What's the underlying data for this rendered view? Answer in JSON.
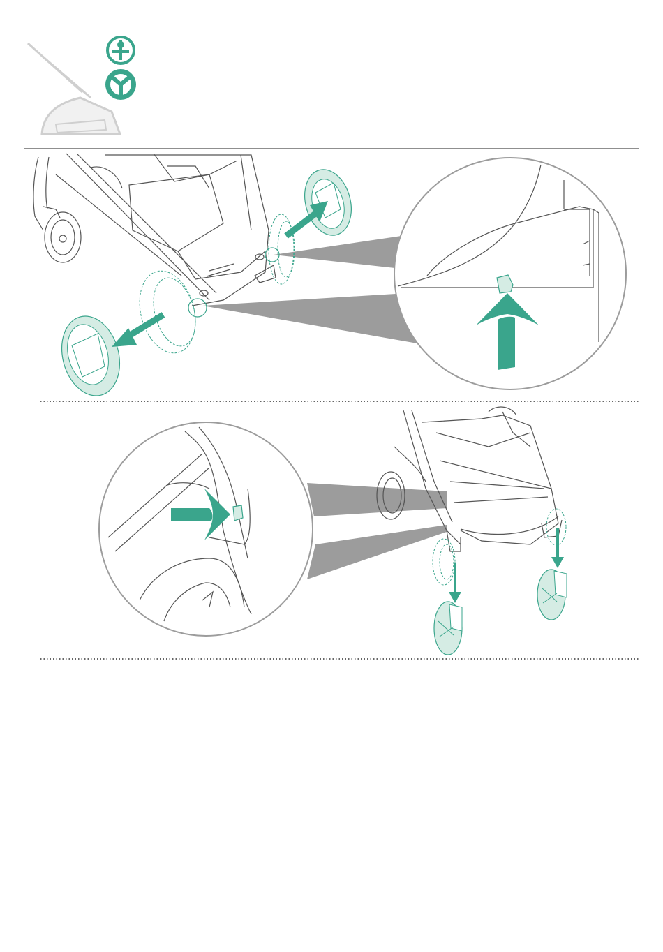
{
  "colors": {
    "accent": "#3aa58c",
    "accent_light": "#d5ece4",
    "line": "#555555",
    "light_line": "#bdbdbd",
    "beam": "#9c9c9c",
    "header_rule": "#6a6a6a",
    "dotted_rule": "#333333"
  },
  "icons": {
    "mode_small": "front-wheel-swivel-icon",
    "mode_large": "rear-wheel-icon"
  },
  "steps": [
    {
      "name": "remove-rear-wheels",
      "detail": "release-button-push-up"
    },
    {
      "name": "remove-front-wheels",
      "detail": "release-button-push-in"
    }
  ]
}
